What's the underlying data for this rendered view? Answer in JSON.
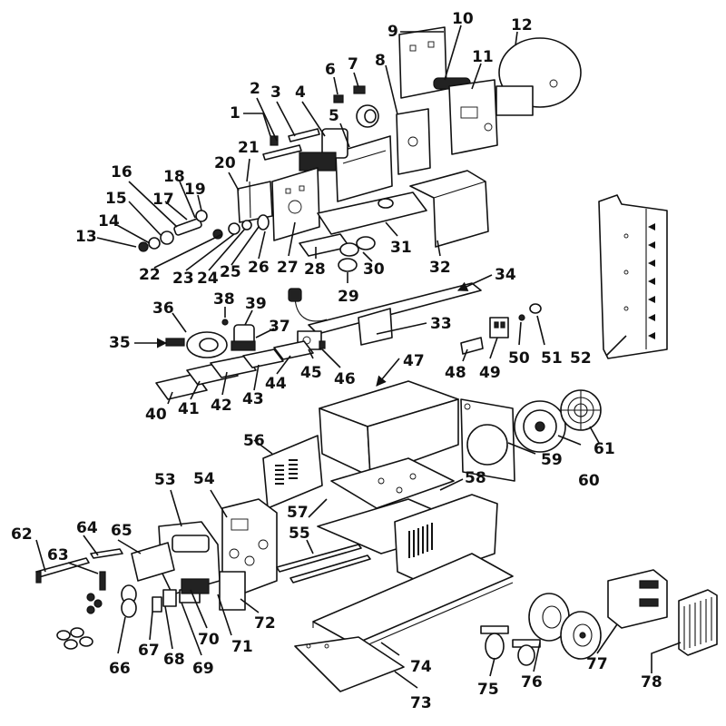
{
  "callouts": [
    "1",
    "2",
    "3",
    "4",
    "5",
    "6",
    "7",
    "8",
    "9",
    "10",
    "11",
    "12",
    "13",
    "14",
    "15",
    "16",
    "17",
    "18",
    "19",
    "20",
    "21",
    "22",
    "23",
    "24",
    "25",
    "26",
    "27",
    "28",
    "29",
    "30",
    "31",
    "32",
    "33",
    "34",
    "35",
    "36",
    "37",
    "38",
    "39",
    "40",
    "41",
    "42",
    "43",
    "44",
    "45",
    "46",
    "47",
    "48",
    "49",
    "50",
    "51",
    "52",
    "53",
    "54",
    "55",
    "56",
    "57",
    "58",
    "59",
    "60",
    "61",
    "62",
    "63",
    "64",
    "65",
    "66",
    "67",
    "68",
    "69",
    "70",
    "71",
    "72",
    "73",
    "74",
    "75",
    "76",
    "77",
    "78"
  ]
}
